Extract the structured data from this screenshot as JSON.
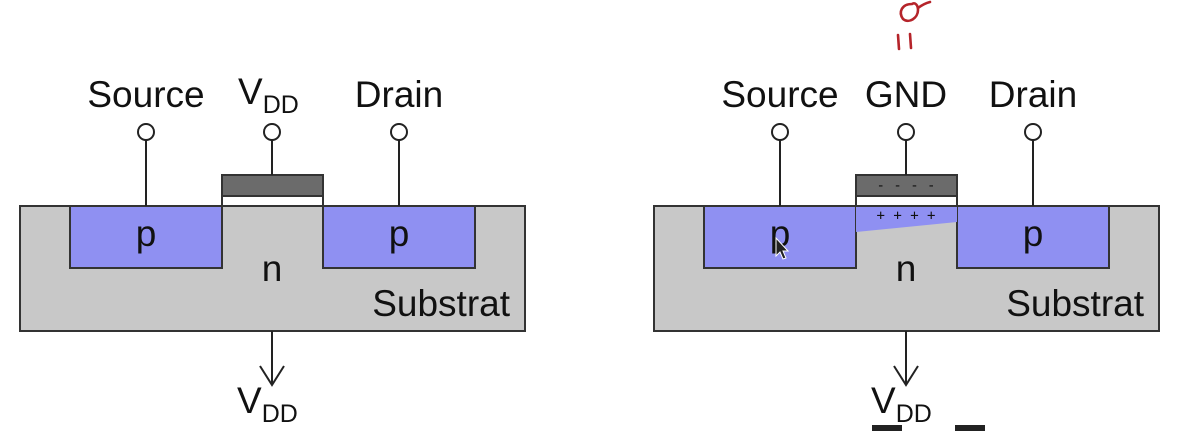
{
  "colors": {
    "substrate": "#c8c8c8",
    "p_region": "#8f90f2",
    "gate": "#6b6b6b",
    "channel": "#8f90f2",
    "annotation": "#b5242a"
  },
  "left_diagram": {
    "source_label": "Source",
    "gate_label_main": "V",
    "gate_label_sub": "DD",
    "drain_label": "Drain",
    "p_left": "p",
    "p_right": "p",
    "n_label": "n",
    "substrate_label": "Substrat",
    "bottom_label_main": "V",
    "bottom_label_sub": "DD"
  },
  "right_diagram": {
    "source_label": "Source",
    "gate_label": "GND",
    "drain_label": "Drain",
    "gate_charges": "- - - -",
    "channel_charges": "+ + + +",
    "p_left": "p",
    "p_right": "p",
    "n_label": "n",
    "substrate_label": "Substrat",
    "bottom_label_main": "V",
    "bottom_label_sub": "DD"
  },
  "annotation": {
    "text": "= 0"
  },
  "icons": {
    "cursor": "mouse-pointer-icon"
  }
}
